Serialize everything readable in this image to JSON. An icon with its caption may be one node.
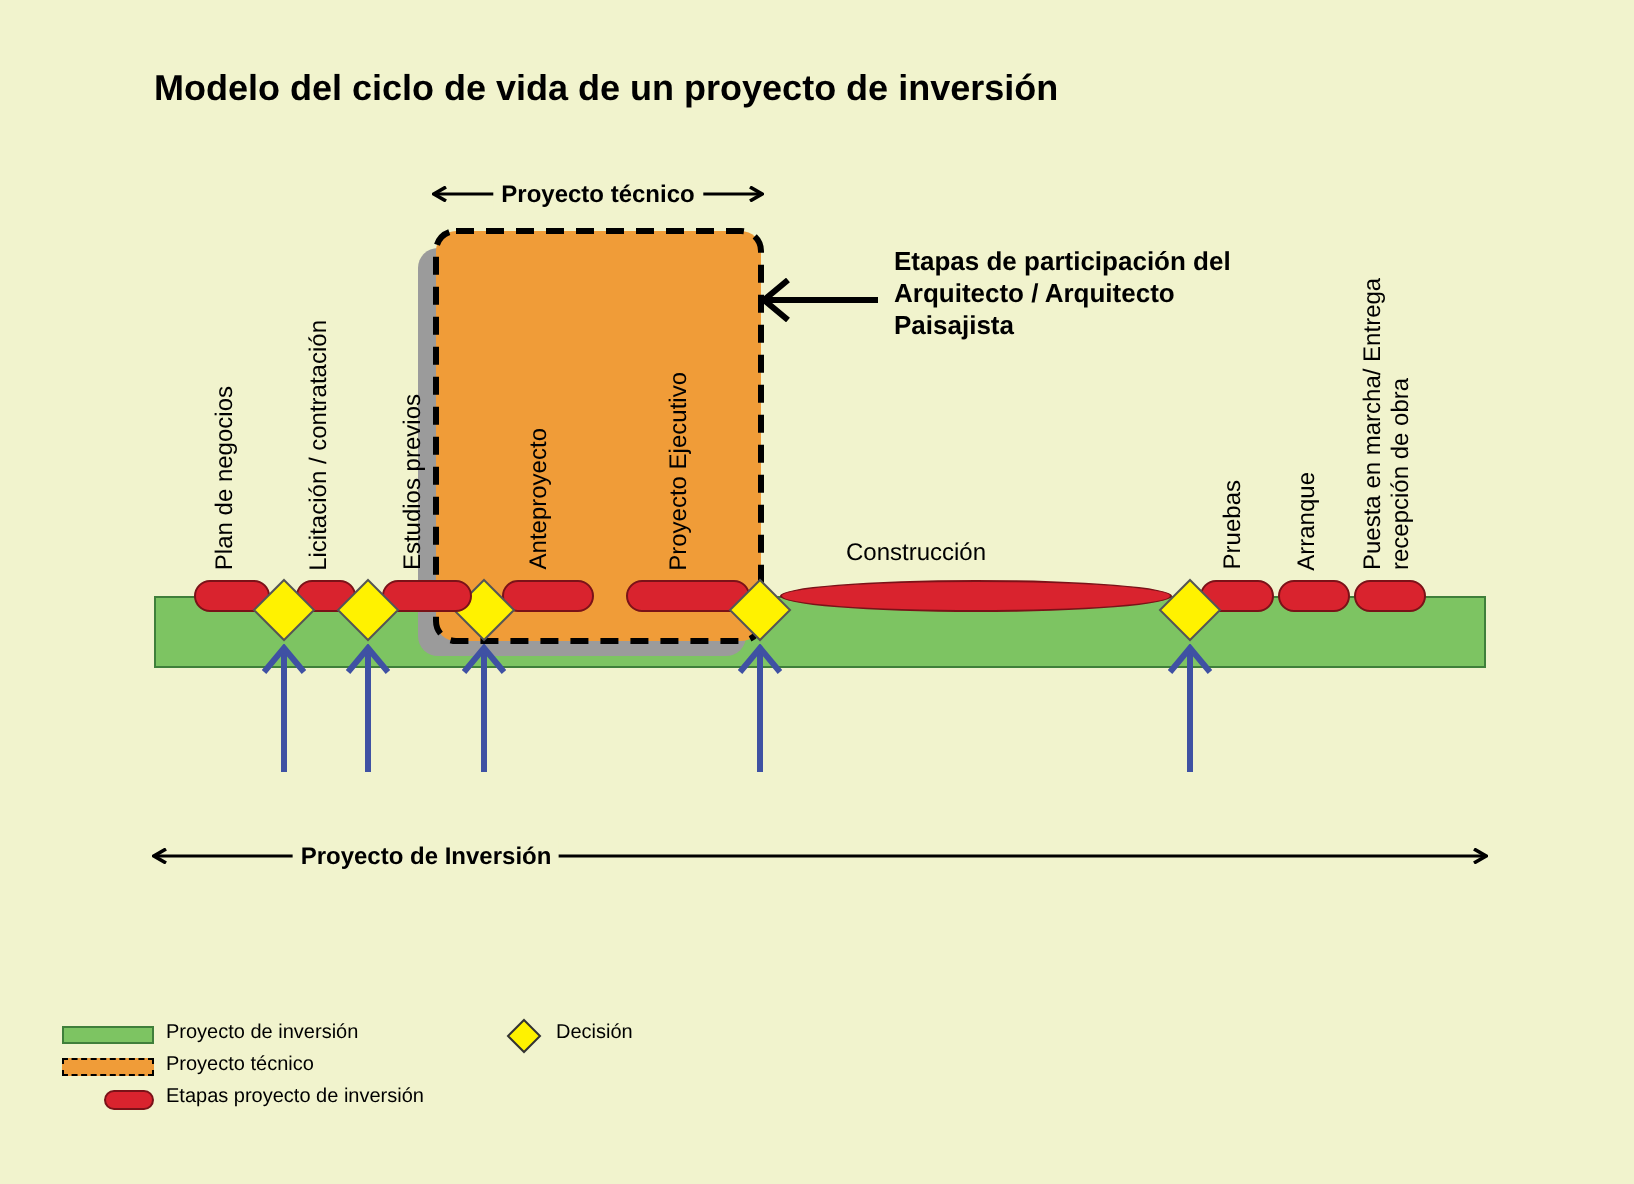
{
  "diagram": {
    "title": "Modelo del ciclo de vida de un proyecto de inversión",
    "nodes": [
      {
        "text": [],
        "shape": "bar"
      },
      {
        "text": [
          "Plan de negocios"
        ]
      },
      {
        "text": [
          "Licitación / contratación"
        ]
      },
      {
        "text": [
          "Estudios previos"
        ]
      },
      {
        "text": [
          "Anteproyecto"
        ],
        "in": 10
      },
      {
        "text": [
          "Proyecto Ejecutivo"
        ],
        "in": 10
      },
      {
        "text": [
          "Construcción"
        ]
      },
      {
        "text": [
          "Pruebas"
        ]
      },
      {
        "text": [
          "Arranque"
        ]
      },
      {
        "text": [
          "Puesta en marcha/ Entrega recepción de obra"
        ]
      },
      {
        "text": [],
        "shape": "box"
      },
      {
        "text": [
          "Etapas de participación del Arquitecto / Arquitecto Paisajista"
        ]
      },
      {
        "text": [],
        "shape": "diamond"
      },
      {
        "text": [],
        "shape": "diamond"
      },
      {
        "text": [],
        "shape": "diamond",
        "in": 10
      },
      {
        "text": [],
        "shape": "diamond"
      },
      {
        "text": [],
        "shape": "diamond"
      }
    ],
    "edges": [
      {
        "from": 11,
        "to": 10,
        "arrow": "to",
        "color": "#000000"
      },
      {
        "from": null,
        "to": 12,
        "arrow": "to"
      },
      {
        "from": null,
        "to": 13,
        "arrow": "to"
      },
      {
        "from": null,
        "to": 14,
        "arrow": "to"
      },
      {
        "from": null,
        "to": 15,
        "arrow": "to"
      },
      {
        "from": null,
        "to": 16,
        "arrow": "to"
      }
    ],
    "labels": [
      "Proyecto técnico",
      "Proyecto de Inversión"
    ],
    "legend": [
      {
        "text": "Proyecto de inversión",
        "color": "#7dc462"
      },
      {
        "text": "Proyecto técnico",
        "color": "#f09c38"
      },
      {
        "text": "Etapas proyecto de inversión",
        "color": "#d9232e"
      },
      {
        "text": "Decisión"
      }
    ]
  }
}
